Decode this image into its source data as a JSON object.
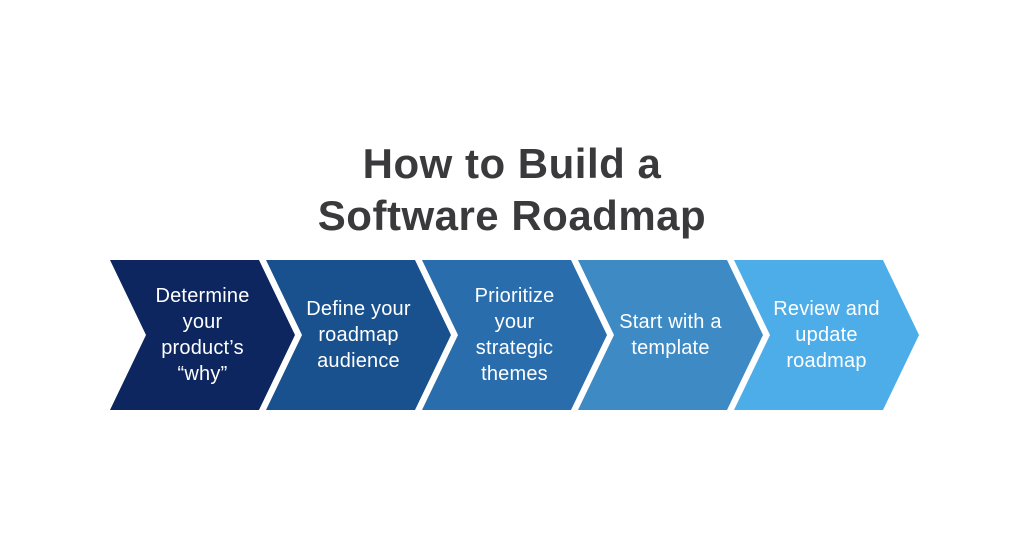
{
  "title": {
    "text": "How to Build a Software Roadmap",
    "lines": [
      "How to Build a",
      "Software Roadmap"
    ],
    "color": "#3a3a3c"
  },
  "diagram": {
    "type": "process-chevron-flow",
    "step_text_color": "#ffffff",
    "background_color": "#ffffff",
    "steps": [
      {
        "label": "Determine your product’s “why”",
        "lines": [
          "Determine",
          "your",
          "product’s",
          "“why”"
        ],
        "color": "#0d265f"
      },
      {
        "label": "Define your roadmap audience",
        "lines": [
          "Define your",
          "roadmap",
          "audience"
        ],
        "color": "#19518e"
      },
      {
        "label": "Prioritize your strategic themes",
        "lines": [
          "Prioritize",
          "your",
          "strategic",
          "themes"
        ],
        "color": "#2a6dad"
      },
      {
        "label": "Start with a template",
        "lines": [
          "Start with a",
          "template"
        ],
        "color": "#3d8ac5"
      },
      {
        "label": "Review and update roadmap",
        "lines": [
          "Review and",
          "update",
          "roadmap"
        ],
        "color": "#4dade9"
      }
    ]
  }
}
